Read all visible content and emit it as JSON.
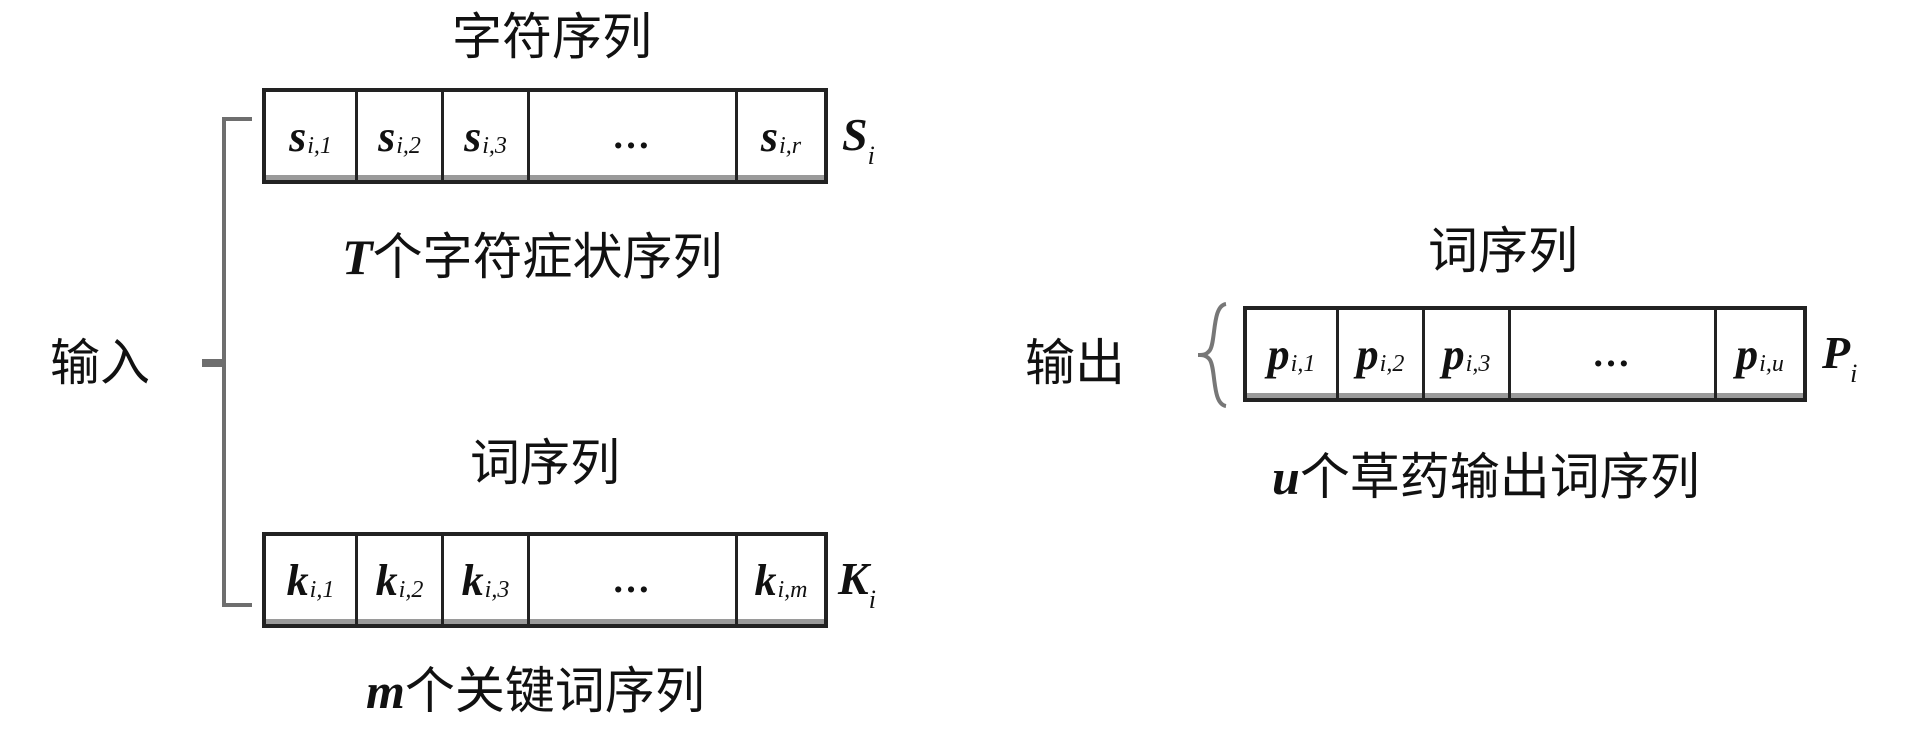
{
  "input": {
    "label": "输入",
    "char_sequence": {
      "title": "字符序列",
      "cells": [
        {
          "base": "s",
          "sub": "i,1"
        },
        {
          "base": "s",
          "sub": "i,2"
        },
        {
          "base": "s",
          "sub": "i,3"
        },
        {
          "base": "…",
          "sub": ""
        },
        {
          "base": "s",
          "sub": "i,r"
        }
      ],
      "name": {
        "base": "S",
        "sub": "i"
      },
      "caption_var": "T",
      "caption_text": "个字符症状序列"
    },
    "word_sequence": {
      "title": "词序列",
      "cells": [
        {
          "base": "k",
          "sub": "i,1"
        },
        {
          "base": "k",
          "sub": "i,2"
        },
        {
          "base": "k",
          "sub": "i,3"
        },
        {
          "base": "…",
          "sub": ""
        },
        {
          "base": "k",
          "sub": "i,m"
        }
      ],
      "name": {
        "base": "K",
        "sub": "i"
      },
      "caption_var": "m",
      "caption_text": "个关键词序列"
    }
  },
  "output": {
    "label": "输出",
    "word_sequence": {
      "title": "词序列",
      "cells": [
        {
          "base": "p",
          "sub": "i,1"
        },
        {
          "base": "p",
          "sub": "i,2"
        },
        {
          "base": "p",
          "sub": "i,3"
        },
        {
          "base": "…",
          "sub": ""
        },
        {
          "base": "p",
          "sub": "i,u"
        }
      ],
      "name": {
        "base": "P",
        "sub": "i"
      },
      "caption_var": "u",
      "caption_text": "个草药输出词序列"
    }
  }
}
